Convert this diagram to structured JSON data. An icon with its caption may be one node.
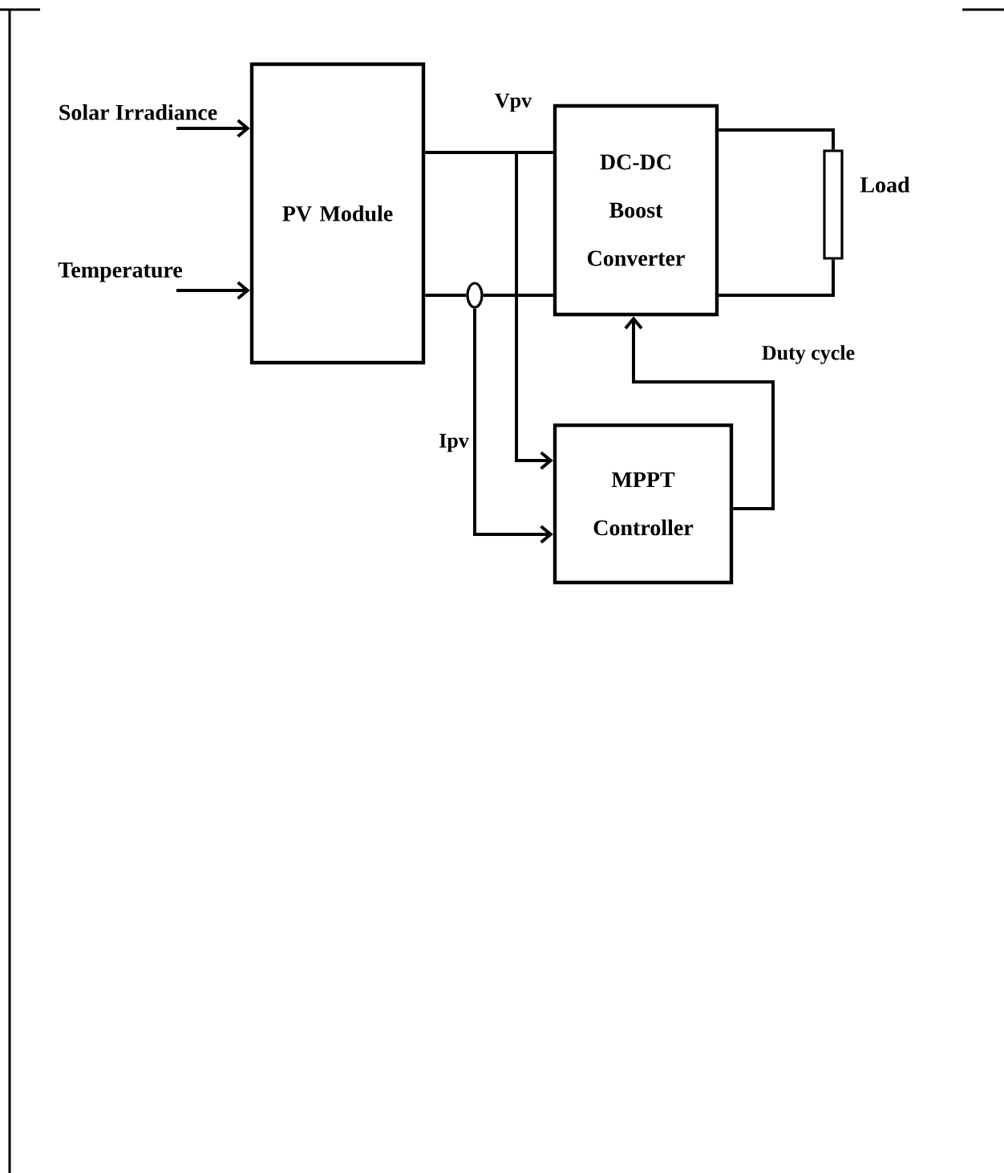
{
  "diagram": {
    "nodes": [
      {
        "text": [
          "Solar Irradiance"
        ]
      },
      {
        "text": [
          "Temperature"
        ]
      },
      {
        "text": [
          "PV Module"
        ]
      },
      {
        "text": [
          "DC-DC Boost Converter"
        ]
      },
      {
        "text": [],
        "shape": "box",
        "beside": [
          "Load"
        ]
      },
      {
        "text": [],
        "shape": "circle"
      },
      {
        "text": [
          "MPPT Controller"
        ]
      }
    ],
    "edges": [
      {
        "from": 0,
        "to": 2,
        "arrow": "to"
      },
      {
        "from": 1,
        "to": 2,
        "arrow": "to"
      },
      {
        "from": 2,
        "to": 3,
        "arrow": "none"
      },
      {
        "from": 2,
        "to": 5,
        "arrow": "none"
      },
      {
        "from": 5,
        "to": 3,
        "arrow": "none"
      },
      {
        "from": 3,
        "to": 4,
        "arrow": "none"
      },
      {
        "from": 3,
        "to": 4,
        "arrow": "none"
      },
      {
        "from": 2,
        "to": 6,
        "arrow": "to",
        "label": "Vpv"
      },
      {
        "from": 5,
        "to": 6,
        "arrow": "to",
        "label": "Ipv"
      },
      {
        "from": 6,
        "to": 3,
        "arrow": "to",
        "label": "Duty cycle"
      }
    ]
  }
}
